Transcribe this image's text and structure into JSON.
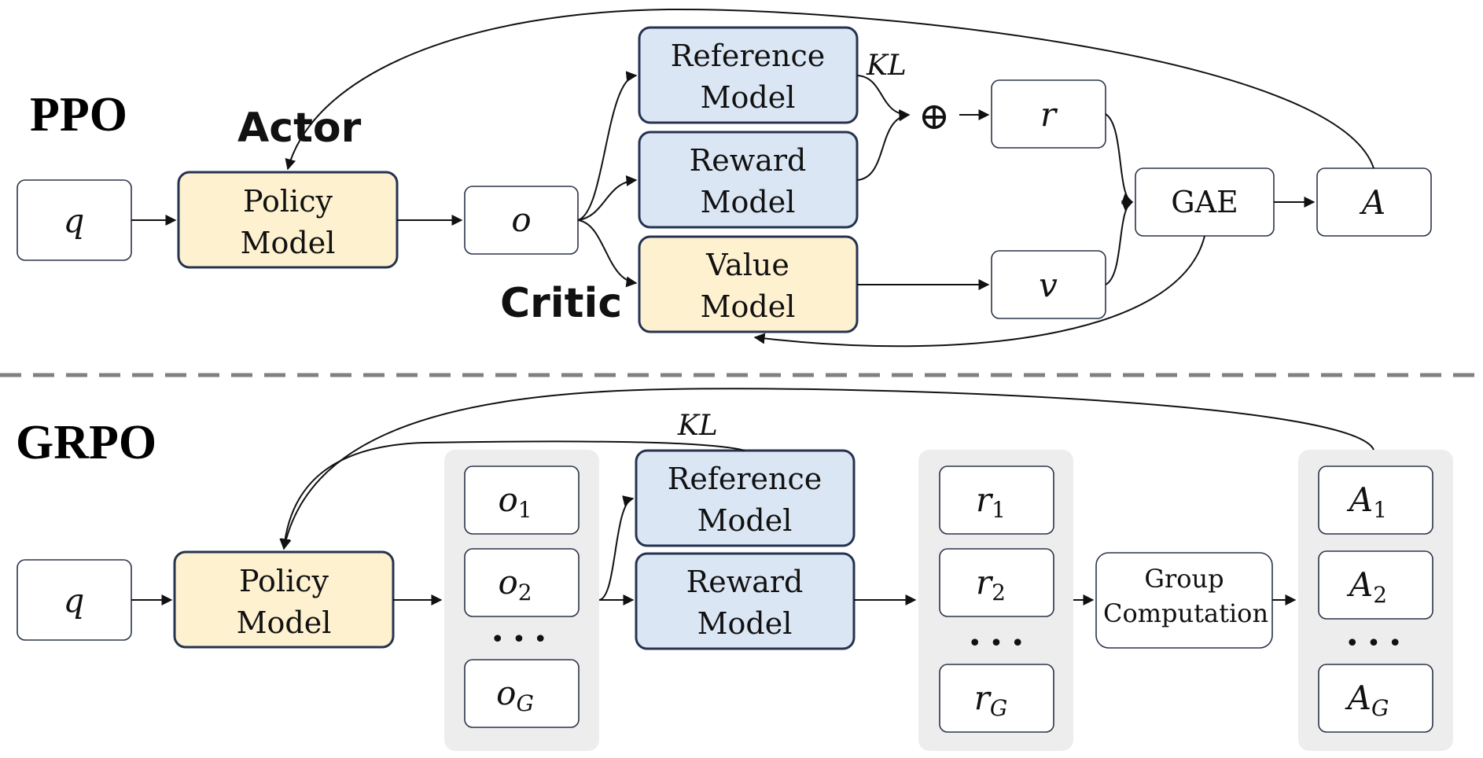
{
  "ppo": {
    "title": "PPO",
    "actor_label": "Actor",
    "critic_label": "Critic",
    "q": "q",
    "policy_model": [
      "Policy",
      "Model"
    ],
    "o": "o",
    "reference_model": [
      "Reference",
      "Model"
    ],
    "reward_model": [
      "Reward",
      "Model"
    ],
    "value_model": [
      "Value",
      "Model"
    ],
    "kl": "KL",
    "oplus": "⊕",
    "r": "r",
    "v": "v",
    "gae": "GAE",
    "a": "A"
  },
  "grpo": {
    "title": "GRPO",
    "q": "q",
    "policy_model": [
      "Policy",
      "Model"
    ],
    "kl": "KL",
    "outputs": [
      "o",
      "o",
      "o"
    ],
    "output_subs": [
      "1",
      "2",
      "G"
    ],
    "reference_model": [
      "Reference",
      "Model"
    ],
    "reward_model": [
      "Reward",
      "Model"
    ],
    "rewards": [
      "r",
      "r",
      "r"
    ],
    "reward_subs": [
      "1",
      "2",
      "G"
    ],
    "group_computation": [
      "Group",
      "Computation"
    ],
    "advantages": [
      "A",
      "A",
      "A"
    ],
    "advantage_subs": [
      "1",
      "2",
      "G"
    ],
    "ellipsis": "• • •"
  },
  "colors": {
    "policy_fill": "#fdf1cf",
    "model_fill": "#dbe6f4",
    "group_bg": "#ededed",
    "divider": "#808080"
  }
}
